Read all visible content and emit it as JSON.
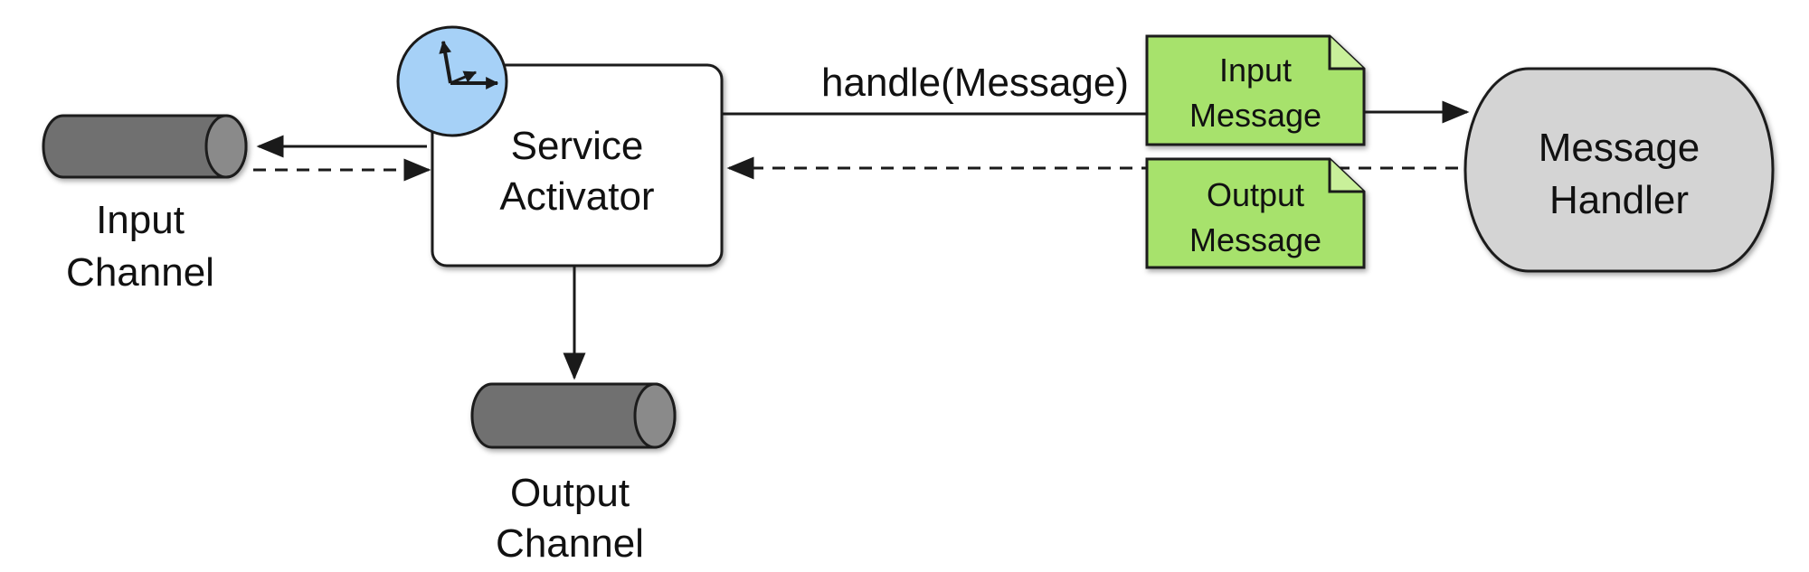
{
  "colors": {
    "cylinder_fill": "#6f6f6f",
    "cylinder_cap": "#8a8a8a",
    "activator_fill": "#ffffff",
    "clock_fill": "#a6d1f7",
    "note_fill": "#a7e26c",
    "note_fold": "#c9f09a",
    "handler_fill": "#d4d4d4",
    "stroke": "#1a1a1a"
  },
  "icons": {
    "poller": "clock-icon"
  },
  "input_channel": {
    "label_line1": "Input",
    "label_line2": "Channel"
  },
  "output_channel": {
    "label_line1": "Output",
    "label_line2": "Channel"
  },
  "service_activator": {
    "label_line1": "Service",
    "label_line2": "Activator"
  },
  "call_label": "handle(Message)",
  "input_message": {
    "label_line1": "Input",
    "label_line2": "Message"
  },
  "output_message": {
    "label_line1": "Output",
    "label_line2": "Message"
  },
  "message_handler": {
    "label_line1": "Message",
    "label_line2": "Handler"
  }
}
